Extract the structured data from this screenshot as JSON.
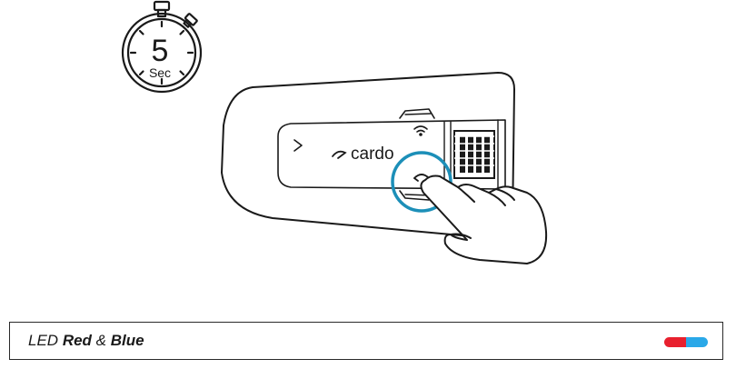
{
  "timer": {
    "number": "5",
    "unit": "Sec"
  },
  "device": {
    "brand": "cardo"
  },
  "led_bar": {
    "prefix": "LED",
    "color1": "Red",
    "connector": "&",
    "color2": "Blue"
  },
  "colors": {
    "led_red": "#e8202e",
    "led_blue": "#2aa8e8",
    "highlight_circle": "#1c8fb8",
    "line": "#1a1a1a"
  },
  "icons": {
    "timer": "stopwatch-icon",
    "brand": "cardo-logo-icon",
    "phone": "phone-icon",
    "wifi": "wireless-icon",
    "hand": "pointing-hand-icon"
  }
}
